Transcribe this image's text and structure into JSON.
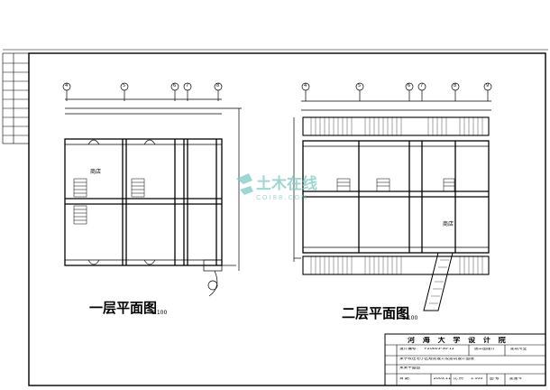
{
  "plans": {
    "first_floor": {
      "title": "一层平面图",
      "scale": "1:100",
      "axes": [
        "4",
        "5",
        "6",
        "7",
        "8"
      ],
      "room_label": "商店"
    },
    "second_floor": {
      "title": "二层平面图",
      "scale": "1:100",
      "axes": [
        "4",
        "5",
        "6",
        "7",
        "8",
        "9"
      ],
      "room_label": "商店"
    }
  },
  "watermark": {
    "cn": "土木在线",
    "en": "COI88.COM"
  },
  "title_block": {
    "school": "河 海 大 学 设 计 院",
    "project_no_label": "设计编号:",
    "project_no": "Y-20603-34-15",
    "stage": "施工图设计",
    "discipline": "建筑专业",
    "project_name": "某学校住宅小区规划设计及建筑设计图纸",
    "drawing_name": "某某平面图",
    "date_label": "日 期",
    "date": "2003.11",
    "scale_label": "比 例",
    "scale": "1:100",
    "sheet_label": "图 号",
    "sheet": "建施-4"
  },
  "colors": {
    "line": "#000000",
    "watermark": "#7fc9c2",
    "background": "#ffffff"
  }
}
